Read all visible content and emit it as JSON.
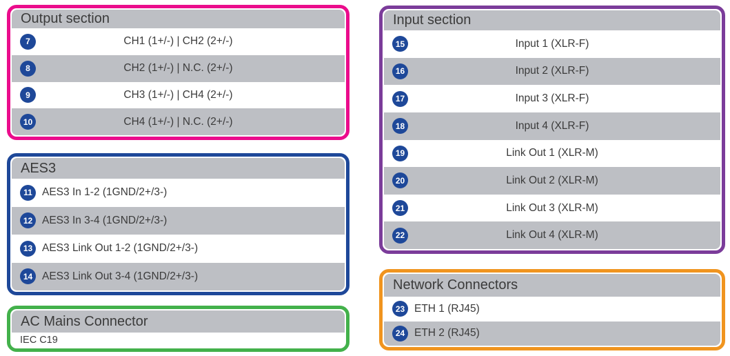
{
  "colors": {
    "badge": "#1E4899",
    "gray": "#BDBFC4",
    "text": "#3B3B3B"
  },
  "sections": [
    {
      "title": "Output section",
      "border_color": "#EB0C8C",
      "rows": [
        {
          "num": "7",
          "label": "CH1 (1+/-) | CH2 (2+/-)"
        },
        {
          "num": "8",
          "label": "CH2 (1+/-) | N.C. (2+/-)"
        },
        {
          "num": "9",
          "label": "CH3 (1+/-) | CH4 (2+/-)"
        },
        {
          "num": "10",
          "label": "CH4 (1+/-) | N.C. (2+/-)"
        }
      ]
    },
    {
      "title": "AES3",
      "border_color": "#1E4899",
      "rows": [
        {
          "num": "11",
          "label": "AES3 In 1-2 (1GND/2+/3-)"
        },
        {
          "num": "12",
          "label": "AES3 In 3-4 (1GND/2+/3-)"
        },
        {
          "num": "13",
          "label": "AES3 Link Out 1-2 (1GND/2+/3-)"
        },
        {
          "num": "14",
          "label": "AES3 Link Out 3-4 (1GND/2+/3-)"
        }
      ]
    },
    {
      "title": "AC Mains Connector",
      "border_color": "#43B14B",
      "rows": [
        {
          "label": "IEC C19"
        }
      ]
    },
    {
      "title": "Input section",
      "border_color": "#7B3C9A",
      "rows": [
        {
          "num": "15",
          "label": "Input 1 (XLR-F)"
        },
        {
          "num": "16",
          "label": "Input 2 (XLR-F)"
        },
        {
          "num": "17",
          "label": "Input 3 (XLR-F)"
        },
        {
          "num": "18",
          "label": "Input 4 (XLR-F)"
        },
        {
          "num": "19",
          "label": "Link Out 1 (XLR-M)"
        },
        {
          "num": "20",
          "label": "Link Out 2 (XLR-M)"
        },
        {
          "num": "21",
          "label": "Link Out 3 (XLR-M)"
        },
        {
          "num": "22",
          "label": "Link Out 4 (XLR-M)"
        }
      ]
    },
    {
      "title": "Network Connectors",
      "border_color": "#F0941F",
      "rows": [
        {
          "num": "23",
          "label": "ETH 1 (RJ45)"
        },
        {
          "num": "24",
          "label": "ETH 2 (RJ45)"
        }
      ]
    }
  ]
}
